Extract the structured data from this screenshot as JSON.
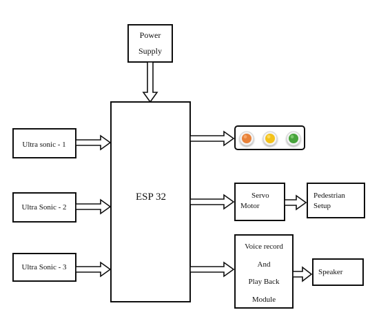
{
  "diagram": {
    "colors": {
      "stroke": "#111111",
      "background": "#ffffff"
    },
    "blocks": {
      "power_supply": {
        "line1": "Power",
        "line2": "Supply"
      },
      "esp32": {
        "label": "ESP 32"
      },
      "ultrasonic_1": {
        "label": "Ultra sonic - 1"
      },
      "ultrasonic_2": {
        "label": "Ultra Sonic - 2"
      },
      "ultrasonic_3": {
        "label": "Ultra Sonic - 3"
      },
      "servo_motor": {
        "line1": "Servo",
        "line2": "Motor"
      },
      "pedestrian_setup": {
        "line1": "Pedestrian",
        "line2": "Setup"
      },
      "voice_module": {
        "line1": "Voice record",
        "line2": "And",
        "line3": "Play Back",
        "line4": "Module"
      },
      "speaker": {
        "label": "Speaker"
      }
    },
    "traffic_lights": [
      {
        "name": "red-orange",
        "color": "#e8823a",
        "highlight": "#fbb27a"
      },
      {
        "name": "yellow",
        "color": "#f3c21b",
        "highlight": "#fde27a"
      },
      {
        "name": "green",
        "color": "#48a43c",
        "highlight": "#8ed47e"
      }
    ]
  }
}
